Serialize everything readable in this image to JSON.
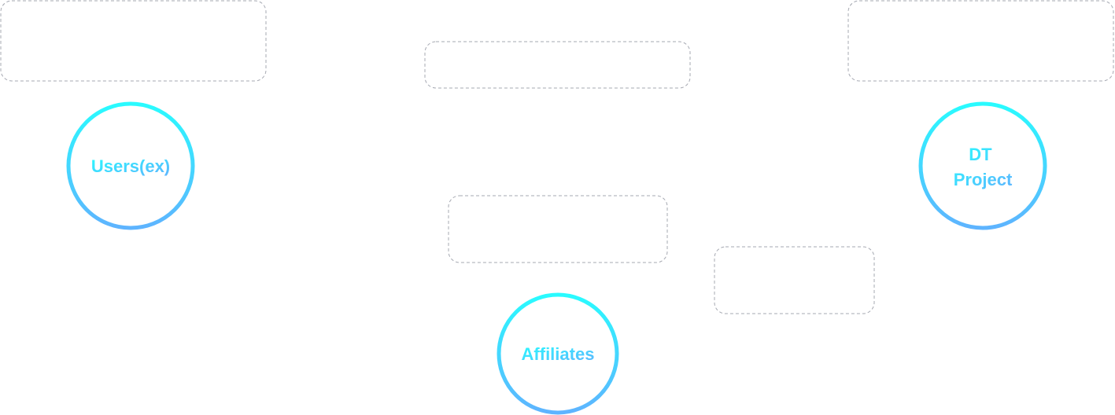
{
  "diagram": {
    "title": "",
    "colors": {
      "gradient_start": "#29fbff",
      "gradient_end": "#5eb4ff",
      "box_border": "#a6a9b2",
      "background": "#ffffff"
    },
    "nodes": [
      {
        "id": "users-ex",
        "lines": [
          "Users(ex)"
        ]
      },
      {
        "id": "dt-project",
        "lines": [
          "DT",
          "Project"
        ]
      },
      {
        "id": "affiliates",
        "lines": [
          "Affiliates"
        ]
      }
    ],
    "boxes": [
      {
        "id": "box-top-left",
        "text": ""
      },
      {
        "id": "box-top-center",
        "text": ""
      },
      {
        "id": "box-top-right",
        "text": ""
      },
      {
        "id": "box-middle-center",
        "text": ""
      },
      {
        "id": "box-bottom-right",
        "text": ""
      }
    ]
  }
}
